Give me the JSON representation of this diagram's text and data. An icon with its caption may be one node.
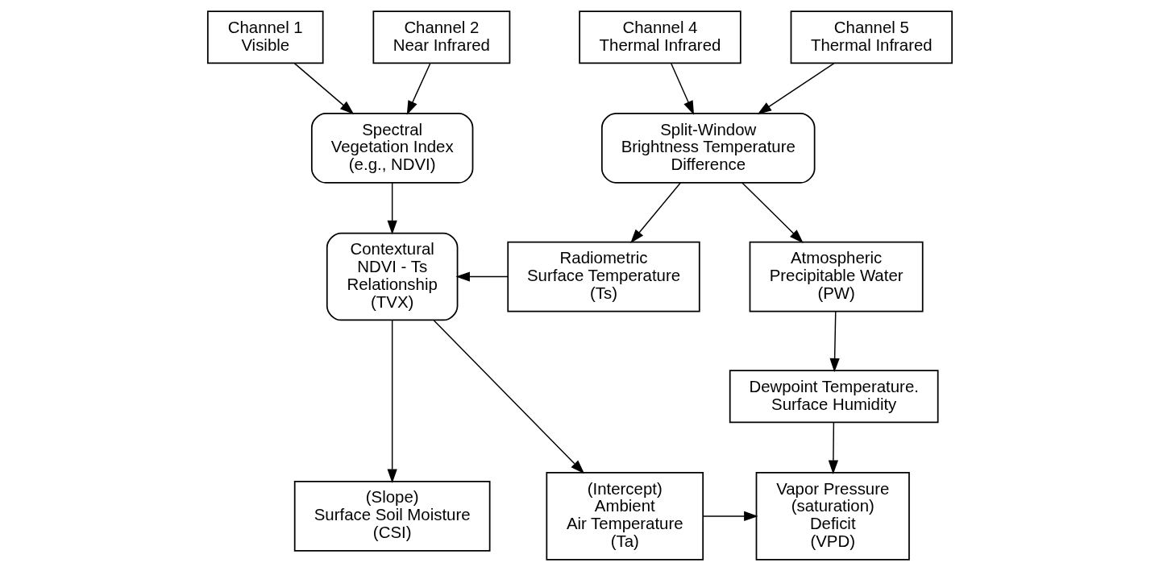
{
  "diagram": {
    "nodes": [
      {
        "text": [
          "Channel 1 Visible"
        ]
      },
      {
        "text": [
          "Channel 2 Near Infrared"
        ]
      },
      {
        "text": [
          "Channel 4 Thermal Infrared"
        ]
      },
      {
        "text": [
          "Channel 5 Thermal Infrared"
        ]
      },
      {
        "text": [
          "Spectral Vegetation Index (e.g., NDVI)"
        ]
      },
      {
        "text": [
          "Split-Window Brightness Temperature Difference"
        ]
      },
      {
        "text": [
          "Contextural NDVI - Ts Relationship (TVX)"
        ]
      },
      {
        "text": [
          "Radiometric Surface Temperature (Ts)"
        ]
      },
      {
        "text": [
          "Atmospheric Precipitable Water (PW)"
        ]
      },
      {
        "text": [
          "Dewpoint Temperature. Surface Humidity"
        ]
      },
      {
        "text": [
          "(Slope) Surface Soil Moisture (CSI)"
        ]
      },
      {
        "text": [
          "(Intercept) Ambient Air Temperature (Ta)"
        ]
      },
      {
        "text": [
          "Vapor Pressure (saturation) Deficit (VPD)"
        ]
      }
    ],
    "edges": [
      {
        "from": 0,
        "to": 4,
        "arrow": "to"
      },
      {
        "from": 1,
        "to": 4,
        "arrow": "to"
      },
      {
        "from": 2,
        "to": 5,
        "arrow": "to"
      },
      {
        "from": 3,
        "to": 5,
        "arrow": "to"
      },
      {
        "from": 4,
        "to": 6,
        "arrow": "to"
      },
      {
        "from": 5,
        "to": 7,
        "arrow": "to"
      },
      {
        "from": 5,
        "to": 8,
        "arrow": "to"
      },
      {
        "from": 7,
        "to": 6,
        "arrow": "to"
      },
      {
        "from": 8,
        "to": 9,
        "arrow": "to"
      },
      {
        "from": 6,
        "to": 10,
        "arrow": "to"
      },
      {
        "from": 6,
        "to": 11,
        "arrow": "to"
      },
      {
        "from": 11,
        "to": 12,
        "arrow": "to"
      },
      {
        "from": 9,
        "to": 12,
        "arrow": "to"
      }
    ]
  }
}
